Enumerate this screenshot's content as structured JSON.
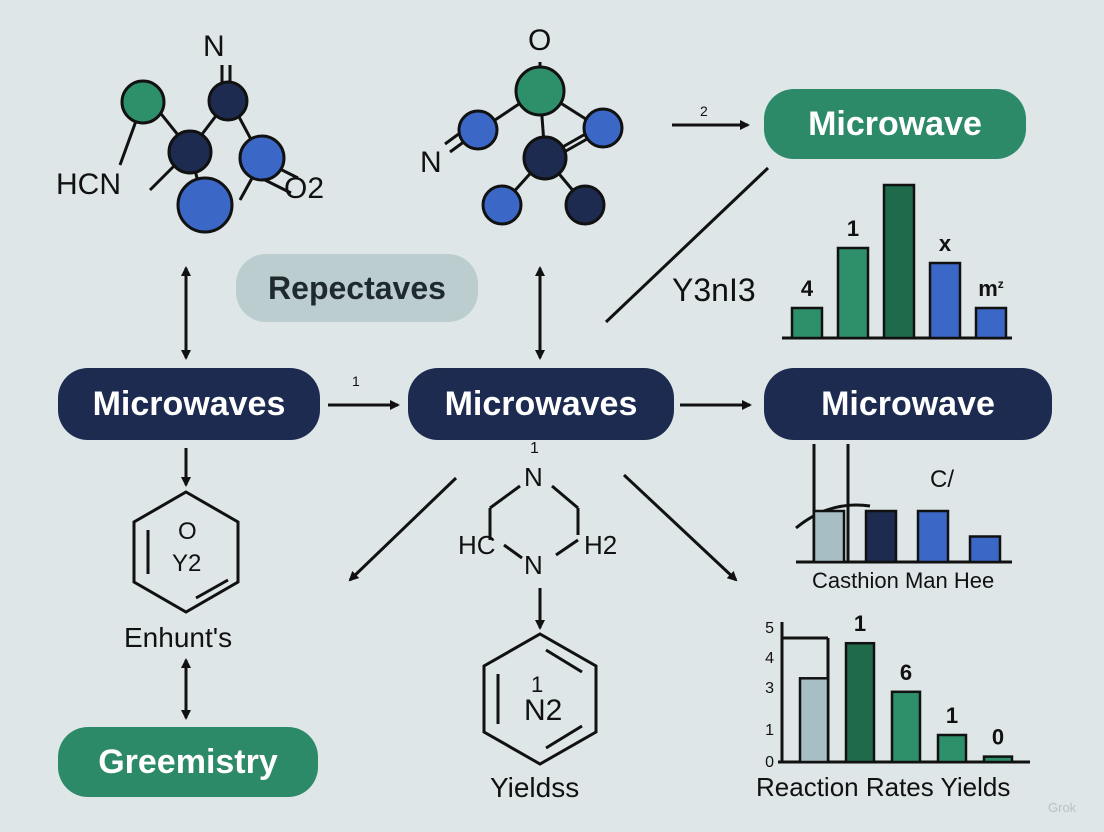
{
  "nodes": {
    "microwaves_left": "Microwaves",
    "microwaves_center": "Microwaves",
    "microwave_right": "Microwave",
    "microwave_top": "Microwave",
    "repectaves": "Repectaves",
    "greemistry": "Greemistry"
  },
  "molecule_left": {
    "n_top": "N",
    "hcn": "HCN",
    "o2": "O2"
  },
  "molecule_top": {
    "o_top": "O",
    "n_left": "N"
  },
  "ring_left": {
    "label": "Enhunt's",
    "inner_o": "O",
    "inner_y2": "Y2"
  },
  "piperazine": {
    "n_top": "N",
    "n_top_index": "1",
    "hc": "HC",
    "n_bottom": "N",
    "h2": "H2"
  },
  "ring_center": {
    "index": "1",
    "n2": "N2",
    "label": "Yieldss"
  },
  "arrows": {
    "top_right_label": "2",
    "middle_label": "1"
  },
  "diagonal_label": "Y3nI3",
  "chart_top": {
    "type": "bar",
    "colors": [
      "#2e8f6b",
      "#2e8f6b",
      "#1f6a4a",
      "#3b67c6",
      "#3b67c6"
    ],
    "values": [
      1,
      3,
      5.1,
      2.5,
      1
    ],
    "labels": [
      "4",
      "1",
      "",
      "x",
      "m"
    ],
    "label_superscript": "z"
  },
  "chart_middle": {
    "type": "bar",
    "colors": [
      "#a8bec5",
      "#1c2b4f",
      "#3b67c6",
      "#3b67c6"
    ],
    "values": [
      3,
      3,
      3,
      1.5
    ],
    "annotation": "C/",
    "xlabel": "Casthion  Man  Hee"
  },
  "chart_bottom": {
    "type": "bar",
    "y_ticks": [
      "5",
      "4",
      "3",
      "1",
      "0"
    ],
    "colors": [
      "#a8bec5",
      "#1f6a4a",
      "#2e8f6b",
      "#2e8f6b",
      "#2e8f6b"
    ],
    "values": [
      3.1,
      4.4,
      2.6,
      1,
      0.2
    ],
    "labels": [
      "",
      "1",
      "6",
      "1",
      "0"
    ],
    "xlabel": "Reaction Rates Yields"
  },
  "watermark": "Grok"
}
